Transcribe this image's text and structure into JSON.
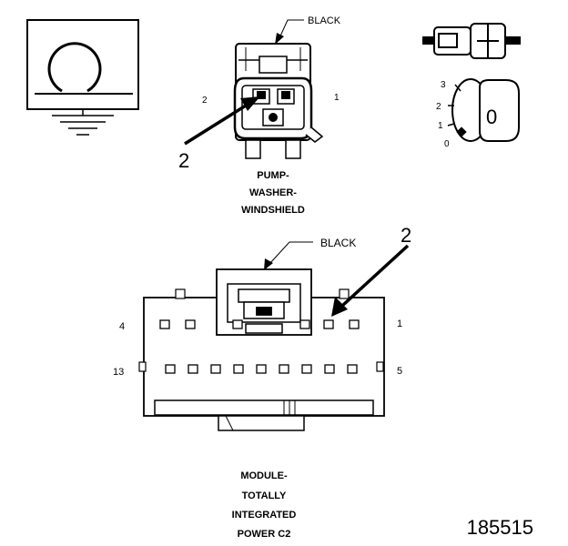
{
  "ohmmeter": {
    "icon": "ohm-meter-icon",
    "ground_icon": "ground-icon"
  },
  "key_switch": {
    "positions": [
      "3",
      "2",
      "1",
      "0"
    ],
    "key_label": "0"
  },
  "washer_connector": {
    "color_label": "BLACK",
    "pin_left": "2",
    "pin_right": "1",
    "callout": "2",
    "caption": [
      "PUMP-",
      "WASHER-",
      "WINDSHIELD"
    ]
  },
  "tipm_connector": {
    "color_label": "BLACK",
    "callout": "2",
    "pin_top_left": "4",
    "pin_top_right": "1",
    "pin_bottom_left": "13",
    "pin_bottom_right": "5",
    "caption": [
      "MODULE-",
      "TOTALLY",
      "INTEGRATED",
      "POWER C2"
    ]
  },
  "figure_id": "185515"
}
